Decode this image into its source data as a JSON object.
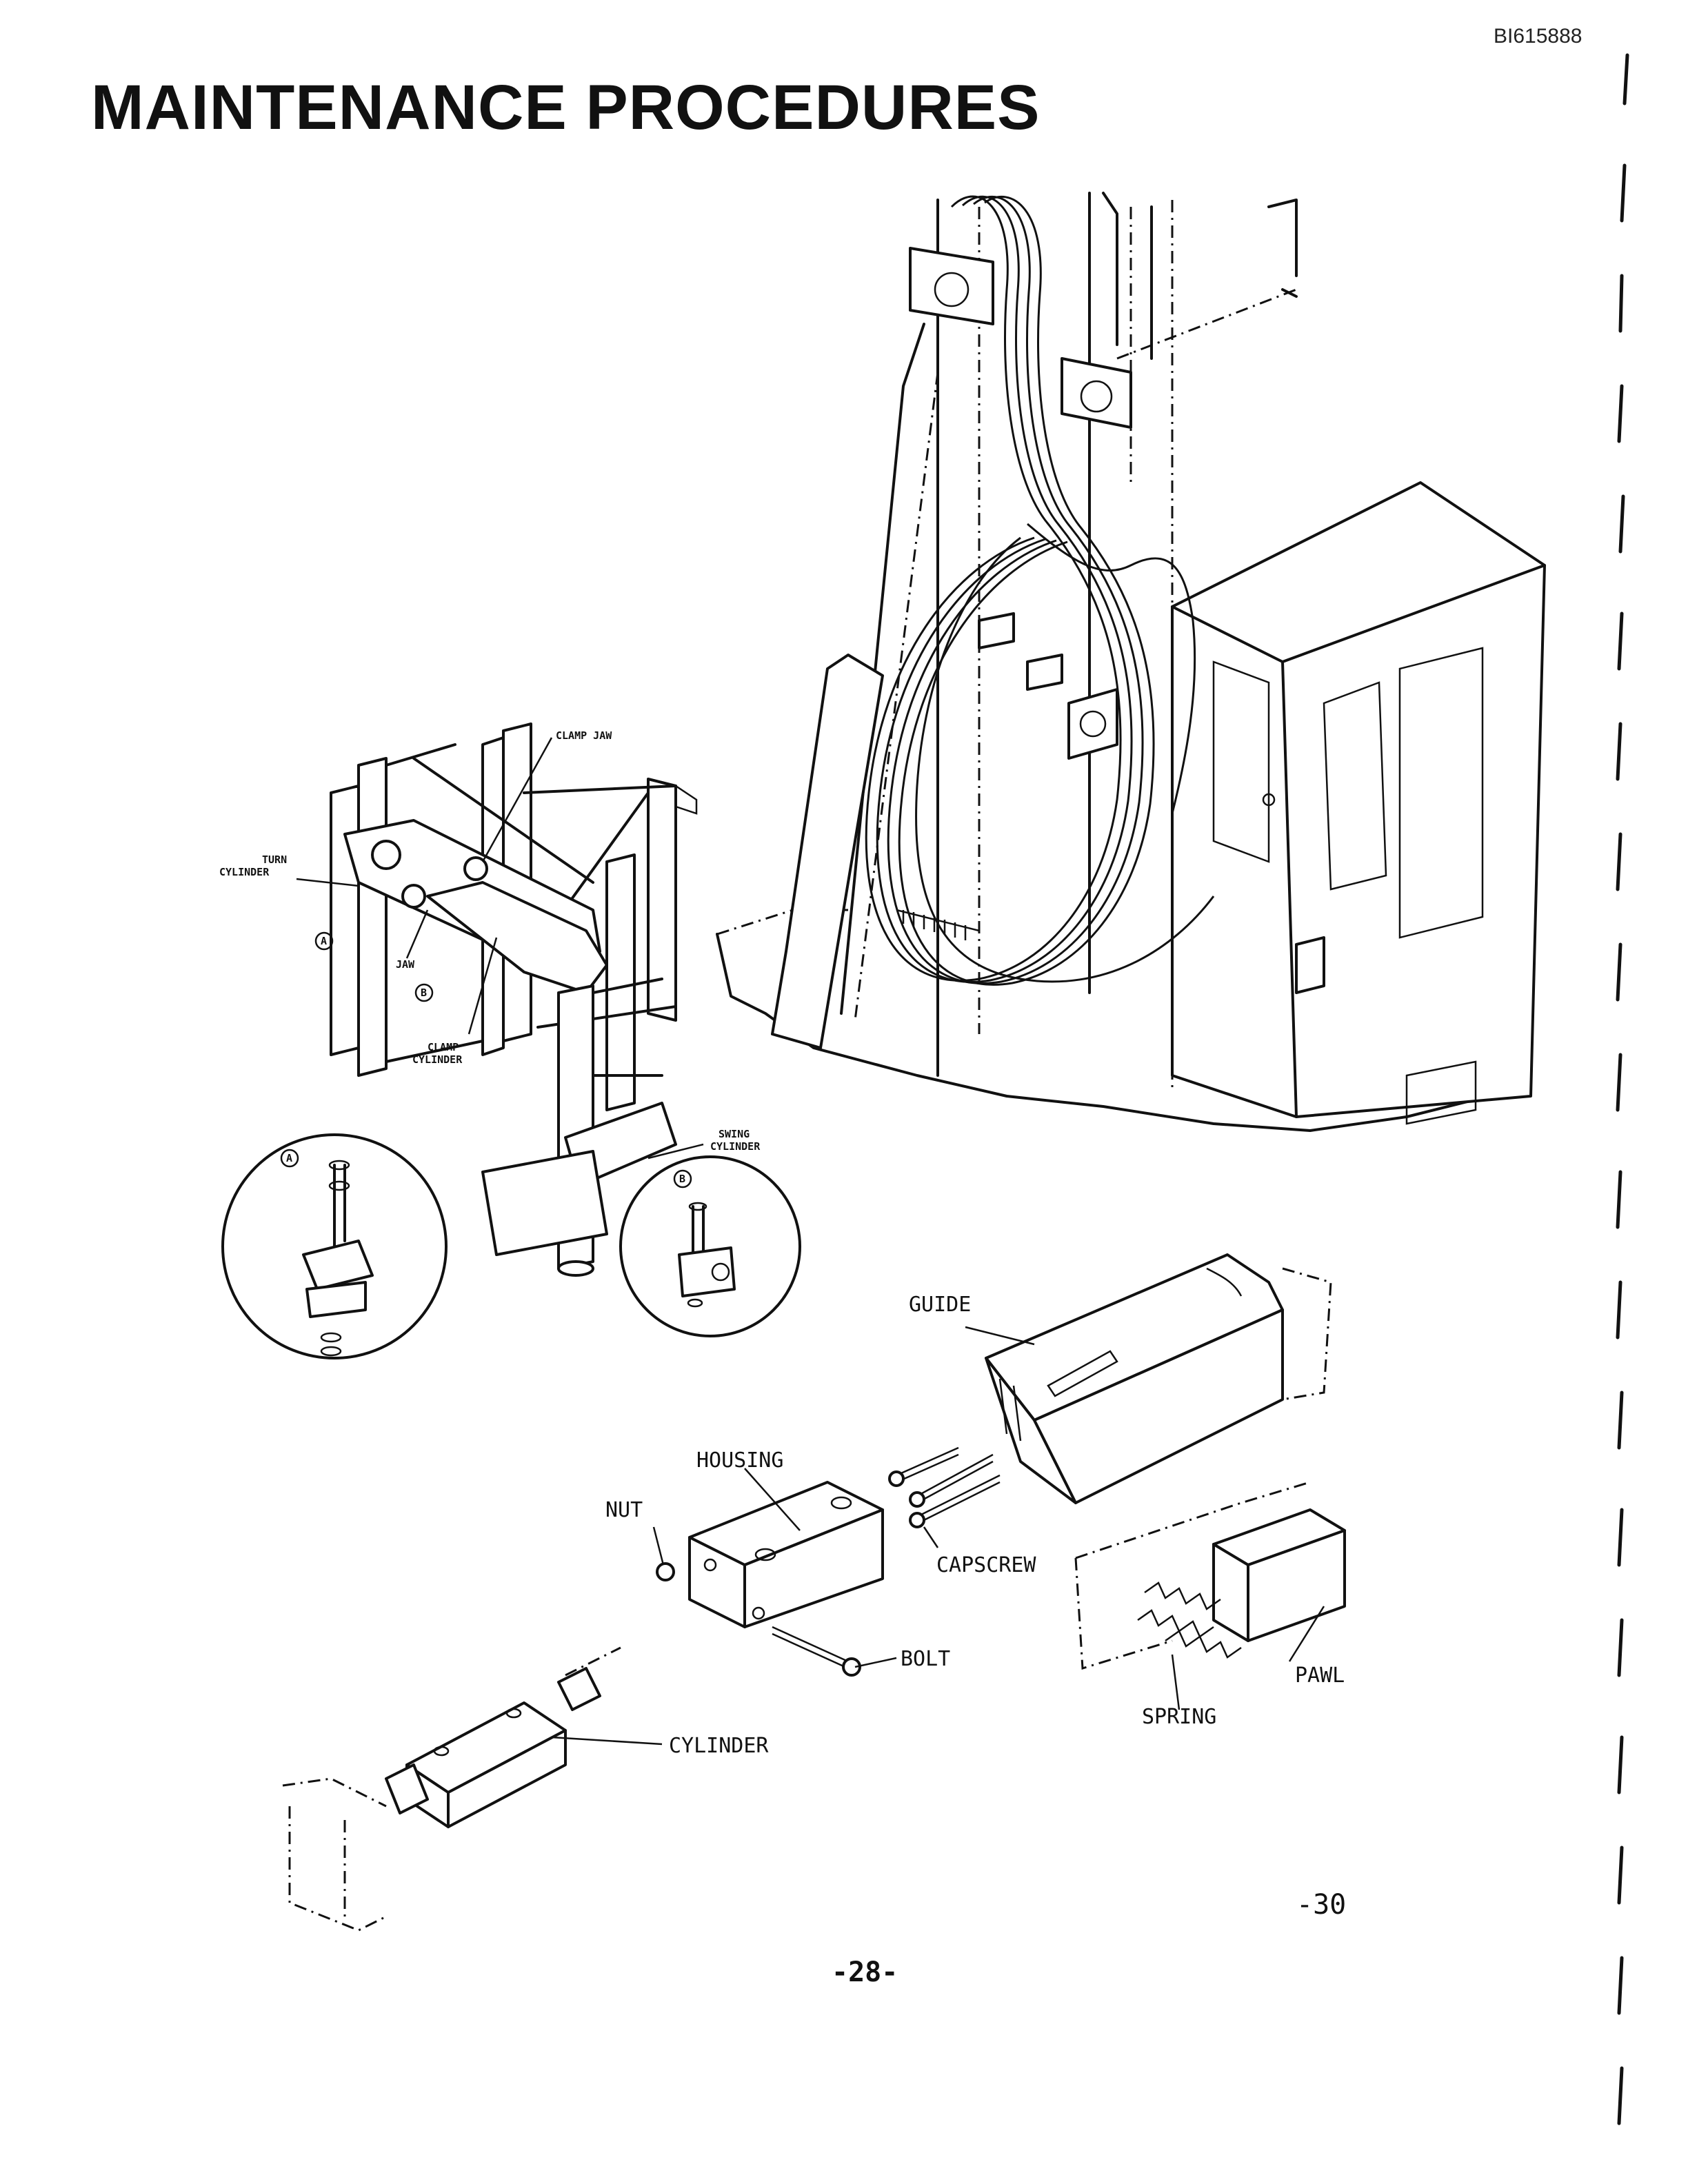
{
  "header": {
    "doc_id": "BI615888",
    "title": "MAINTENANCE  PROCEDURES"
  },
  "callouts": {
    "clamp_jaw": "CLAMP JAW",
    "turn_cylinder_1": "TURN",
    "turn_cylinder_2": "CYLINDER",
    "jaw": "JAW",
    "clamp_cylinder_1": "CLAMP",
    "clamp_cylinder_2": "CYLINDER",
    "swing_cylinder_1": "SWING",
    "swing_cylinder_2": "CYLINDER",
    "marker_a": "A",
    "marker_b": "B"
  },
  "parts": {
    "guide": "GUIDE",
    "housing": "HOUSING",
    "nut": "NUT",
    "capscrew": "CAPSCREW",
    "bolt": "BOLT",
    "cylinder": "CYLINDER",
    "pawl": "PAWL",
    "spring": "SPRING"
  },
  "footer": {
    "figure_ref": "-30",
    "page_number": "-28-"
  }
}
